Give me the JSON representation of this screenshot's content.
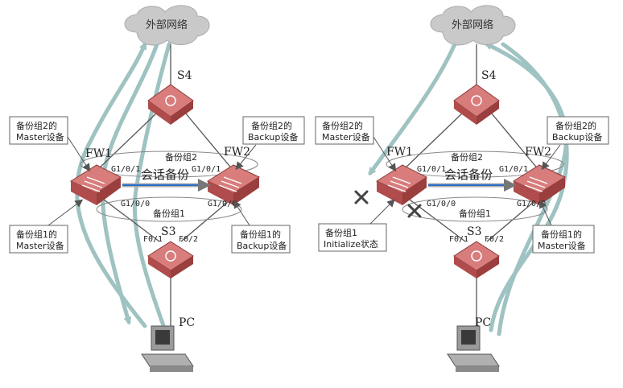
{
  "colors": {
    "device_top": "#d87c7c",
    "device_side": "#b04c4c",
    "link": "#555555",
    "flow": "#9fc2c2",
    "cloud": "#c9c9c9",
    "heartbeat": "#2a6fc9",
    "fault": "#444444"
  },
  "left": {
    "cloud_label": "外部网络",
    "s4": "S4",
    "s3": "S3",
    "fw1": "FW1",
    "fw2": "FW2",
    "pc": "PC",
    "group2": "备份组2",
    "group1": "备份组1",
    "session": "会话备份",
    "fw1_top_port": "G1/0/1",
    "fw1_bottom_port": "G1/0/0",
    "fw2_top_port": "G1/0/1",
    "fw2_bottom_port": "G1/0/0",
    "s3_port_left": "F0/1",
    "s3_port_right": "F0/2",
    "callout_fw1_top_l1": "备份组2的",
    "callout_fw1_top_l2": "Master设备",
    "callout_fw1_bottom_l1": "备份组1的",
    "callout_fw1_bottom_l2": "Master设备",
    "callout_fw2_top_l1": "备份组2的",
    "callout_fw2_top_l2": "Backup设备",
    "callout_fw2_bottom_l1": "备份组1的",
    "callout_fw2_bottom_l2": "Backup设备"
  },
  "right": {
    "cloud_label": "外部网络",
    "s4": "S4",
    "s3": "S3",
    "fw1": "FW1",
    "fw2": "FW2",
    "pc": "PC",
    "group2": "备份组2",
    "group1": "备份组1",
    "session": "会话备份",
    "fw1_top_port": "G1/0/1",
    "fw1_bottom_port": "G1/0/0",
    "fw2_top_port": "G1/0/1",
    "fw2_bottom_port": "G1/0/0",
    "s3_port_left": "F0/1",
    "s3_port_right": "F0/2",
    "callout_fw1_top_l1": "备份组2的",
    "callout_fw1_top_l2": "Master设备",
    "callout_fw1_bottom_l1": "备份组1",
    "callout_fw1_bottom_l2": "Initialize状态",
    "callout_fw2_top_l1": "备份组2的",
    "callout_fw2_top_l2": "Backup设备",
    "callout_fw2_bottom_l1": "备份组1的",
    "callout_fw2_bottom_l2": "Master设备"
  }
}
